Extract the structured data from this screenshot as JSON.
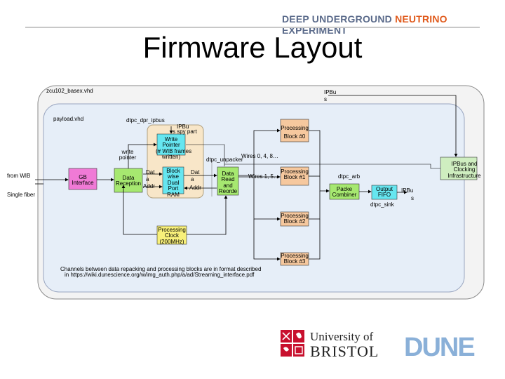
{
  "header": {
    "logo_text_a": "DEEP UNDERGROUND ",
    "logo_text_b": "NEUTRINO",
    "logo_text_c": " EXPERIMENT",
    "title": "Firmware Layout"
  },
  "outer": {
    "label": "zcu102_basex.vhd"
  },
  "payload": {
    "label": "payload.vhd"
  },
  "ipbus_top": {
    "label_1": "IPBu",
    "label_2": "s"
  },
  "dpr": {
    "label": "dtpc_dpr_ipbus",
    "ipbus_1": "IPBu",
    "ipbus_2": "s spy part",
    "write_pointer": [
      "Write",
      "Pointer",
      "(# WIB frames",
      "written)"
    ],
    "dual_port_ram": [
      "Block",
      "wise",
      "Dual",
      "Port",
      "RAM"
    ],
    "dat_left": "Dat",
    "a_left": "a",
    "addr_left": "Addr",
    "dat_right": "Dat",
    "a_right": "a",
    "addr_right": "Addr"
  },
  "write_pointer_label": [
    "write",
    "pointer"
  ],
  "from_wib": "from WIB",
  "single_fiber": "Single fiber",
  "gb_interface": [
    "GB",
    "Interface"
  ],
  "data_reception": [
    "Data",
    "Reception"
  ],
  "unpacker": {
    "label": "dtpc_unpacker",
    "wires_top": "Wires 0, 4, 8…",
    "wires_mid": "Wires 1, 5…",
    "read_reorder": [
      "Data",
      "Read",
      "and",
      "Reorde"
    ]
  },
  "processing_blocks": [
    {
      "line1": "Processing",
      "line2": "Block #0"
    },
    {
      "line1": "Processing",
      "line2": "Block #1"
    },
    {
      "line1": "Processing",
      "line2": "Block #2"
    },
    {
      "line1": "Processing",
      "line2": "Block #3"
    }
  ],
  "processing_clock": [
    "Processing",
    "Clock",
    "(200MHz)"
  ],
  "arb": {
    "label": "dtpc_arb",
    "packet_combiner": [
      "Packe",
      "Combiner"
    ]
  },
  "output_fifo": [
    "Output",
    "FIFO"
  ],
  "ipbus_out": {
    "line1": "IPBu",
    "line2": "s"
  },
  "sink": "dtpc_sink",
  "ipbus_clock": [
    "IPBus and",
    "Clocking",
    "Infrastructure"
  ],
  "note": {
    "line1": "Channels between data repacking and processing blocks are in format described",
    "line2": "in https://wiki.dunescience.org/w/img_auth.php/a/ad/Streaming_interface.pdf"
  },
  "bristol": {
    "line1": "University of",
    "line2": "BRISTOL"
  },
  "dune": {
    "text": "DUNE"
  },
  "colors": {
    "outer_fill": "#f3f3f3",
    "payload_fill": "#e6eef8",
    "dpr_fill": "#f8e6c8",
    "cyan": "#66e6f0",
    "green": "#a6e870",
    "pink": "#f07ad6",
    "orange": "#f6c89e",
    "lightgreen": "#cfeec0",
    "yellow": "#f8f07a"
  }
}
